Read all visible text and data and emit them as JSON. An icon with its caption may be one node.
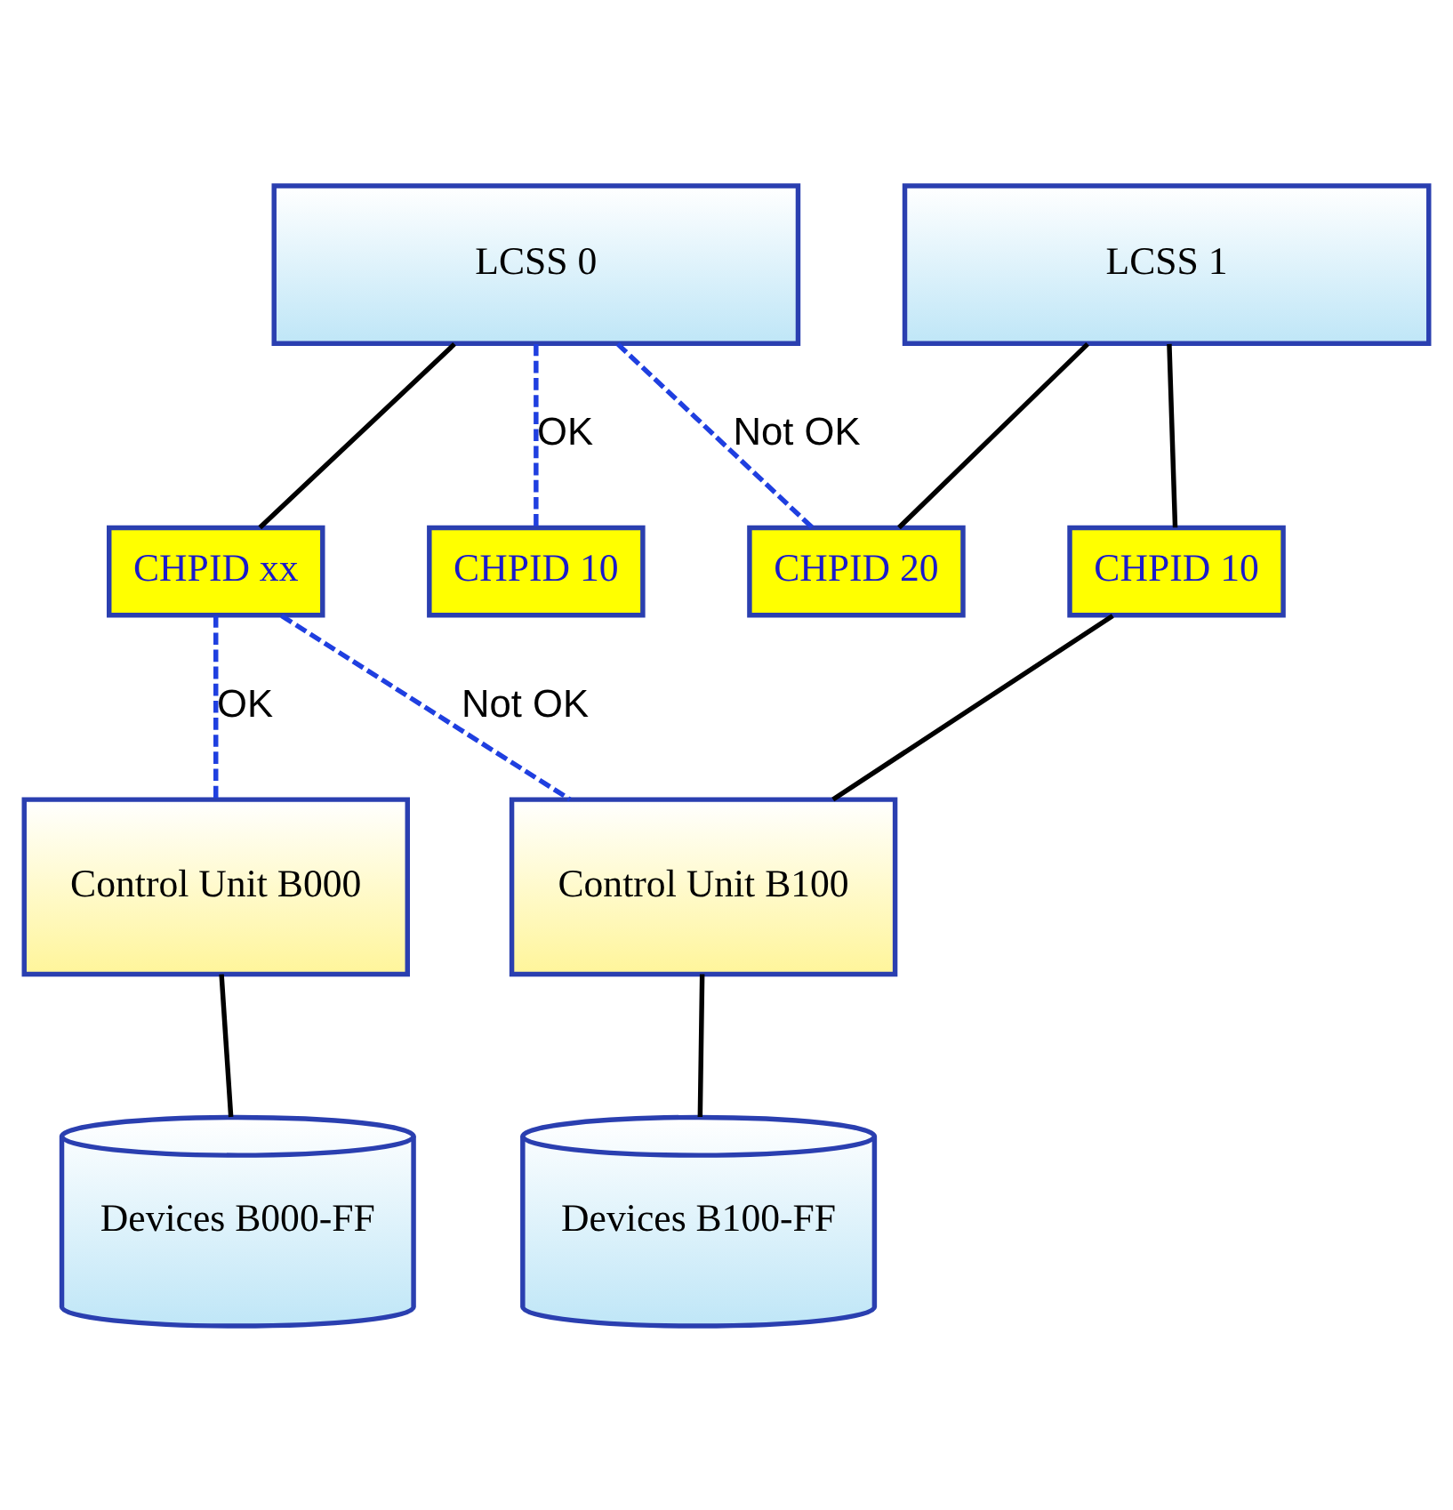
{
  "diagram": {
    "nodes": [
      {
        "text": [
          "LCSS 0"
        ]
      },
      {
        "text": [
          "LCSS 1"
        ]
      },
      {
        "text": [
          "CHPID xx"
        ]
      },
      {
        "text": [
          "CHPID 10"
        ]
      },
      {
        "text": [
          "CHPID 20"
        ]
      },
      {
        "text": [
          "CHPID 10"
        ]
      },
      {
        "text": [
          "Control Unit B000"
        ]
      },
      {
        "text": [
          "Control Unit B100"
        ]
      },
      {
        "text": [
          "Devices B000-FF"
        ]
      },
      {
        "text": [
          "Devices B100-FF"
        ]
      }
    ],
    "edges": [
      {
        "from": 0,
        "to": 2,
        "arrow": "none"
      },
      {
        "from": 0,
        "to": 3,
        "arrow": "none",
        "label": "OK",
        "style": "dashed",
        "color": "#1f3fe0"
      },
      {
        "from": 0,
        "to": 4,
        "arrow": "none",
        "label": "Not OK",
        "style": "dashed",
        "color": "#1f3fe0"
      },
      {
        "from": 1,
        "to": 4,
        "arrow": "none"
      },
      {
        "from": 1,
        "to": 5,
        "arrow": "none"
      },
      {
        "from": 2,
        "to": 6,
        "arrow": "none",
        "label": "OK",
        "style": "dashed",
        "color": "#1f3fe0"
      },
      {
        "from": 2,
        "to": 7,
        "arrow": "none",
        "label": "Not OK",
        "style": "dashed",
        "color": "#1f3fe0"
      },
      {
        "from": 5,
        "to": 7,
        "arrow": "none"
      },
      {
        "from": 6,
        "to": 8,
        "arrow": "none"
      },
      {
        "from": 7,
        "to": 9,
        "arrow": "none"
      }
    ]
  }
}
